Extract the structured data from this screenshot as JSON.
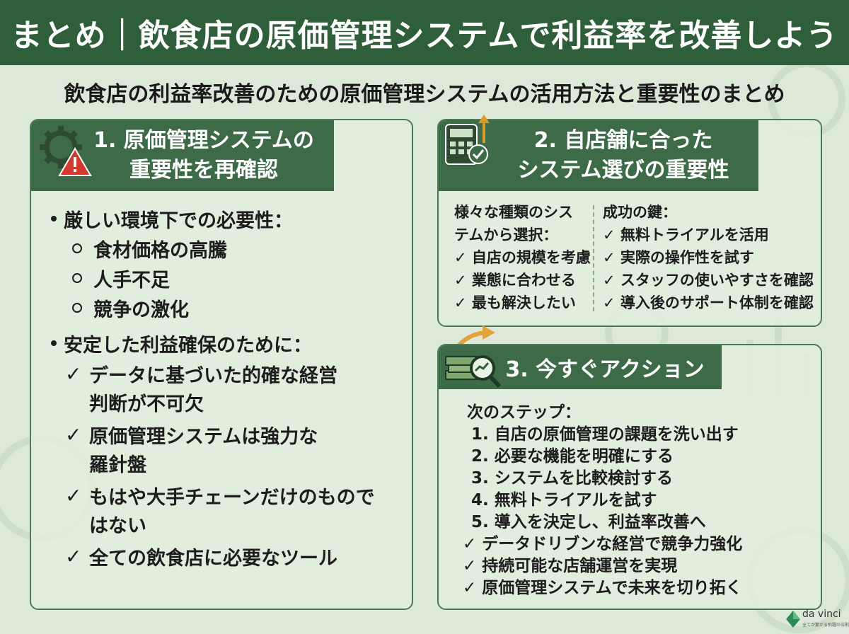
{
  "header": {
    "title": "まとめ｜飲食店の原価管理システムで利益率を改善しよう"
  },
  "subtitle": "飲食店の利益率改善のための原価管理システムの活用方法と重要性のまとめ",
  "card1": {
    "title_line1": "1. 原価管理システムの",
    "title_line2": "重要性を再確認",
    "bullet1": "厳しい環境下での必要性：",
    "sub_items": [
      "食材価格の高騰",
      "人手不足",
      "競争の激化"
    ],
    "bullet2": "安定した利益確保のために：",
    "checks": [
      {
        "line1": "データに基づいた的確な経営",
        "line2": "判断が不可欠"
      },
      {
        "line1": "原価管理システムは強力な",
        "line2": "羅針盤"
      },
      {
        "line1": "もはや大手チェーンだけのもので",
        "line2": "はない"
      },
      {
        "line1": "全ての飲食店に必要なツール",
        "line2": ""
      }
    ],
    "check_mark": "✓"
  },
  "card2": {
    "title_line1": "2. 自店舗に合った",
    "title_line2": "システム選びの重要性",
    "left_heading1": "様々な種類のシス",
    "left_heading2": "テムから選択：",
    "left_items": [
      "✓ 自店の規模を考慮",
      "✓ 業態に合わせる",
      "✓ 最も解決したい"
    ],
    "right_heading": "成功の鍵：",
    "right_items": [
      "✓ 無料トライアルを活用",
      "✓ 実際の操作性を試す",
      "✓ スタッフの使いやすさを確認",
      "✓ 導入後のサポート体制を確認"
    ]
  },
  "card3": {
    "title": "3. 今すぐアクション",
    "heading": "次のステップ：",
    "steps": [
      "1. 自店の原価管理の課題を洗い出す",
      "2. 必要な機能を明確にする",
      "3. システムを比較検討する",
      "4. 無料トライアルを試す",
      "5. 導入を決定し、利益率改善へ"
    ],
    "outcomes": [
      "✓ データドリブンな経営で競争力強化",
      "✓ 持続可能な店舗運営を実現",
      "✓ 原価管理システムで未来を切り拓く"
    ]
  },
  "logo": {
    "name": "da vinci",
    "tagline": "全てが繋がる飛躍の法則"
  },
  "colors": {
    "header_bg": "#2f5e3a",
    "banner_bg": "#3e6b47",
    "page_bg": "#dde9d8",
    "border": "#4f7a56"
  },
  "icons": [
    "gear-warning-icon",
    "calculator-check-icon",
    "money-chart-icon",
    "diamond-logo-icon"
  ]
}
